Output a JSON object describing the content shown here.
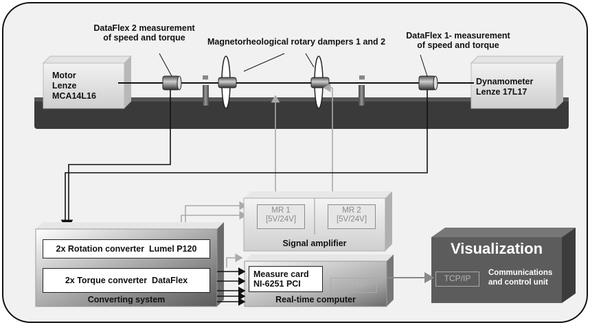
{
  "labels": {
    "dataflex2": "DataFlex 2 measurement\nof speed and torque",
    "dampers": "Magnetorheological rotary dampers 1 and 2",
    "dataflex1": "DataFlex 1- measurement\nof speed and torque",
    "motor": "Motor\nLenze\nMCA14L16",
    "dynamometer": "Dynamometer\nLenze 17L17"
  },
  "signal_amplifier": {
    "title": "Signal amplifier",
    "mr1": "MR 1\n[5V/24V]",
    "mr2": "MR 2\n[5V/24V]"
  },
  "converting_system": {
    "title": "Converting system",
    "rotation": "2x Rotation converter  Lumel P120",
    "torque": "2x Torque converter  DataFlex"
  },
  "realtime_computer": {
    "title": "Real-time computer",
    "card": "Measure card\nNI-6251 PCI",
    "tcp": "TCP/IP"
  },
  "visualization": {
    "title": "Visualization",
    "tcp": "TCP/IP",
    "unit": "Communications\nand control unit"
  }
}
